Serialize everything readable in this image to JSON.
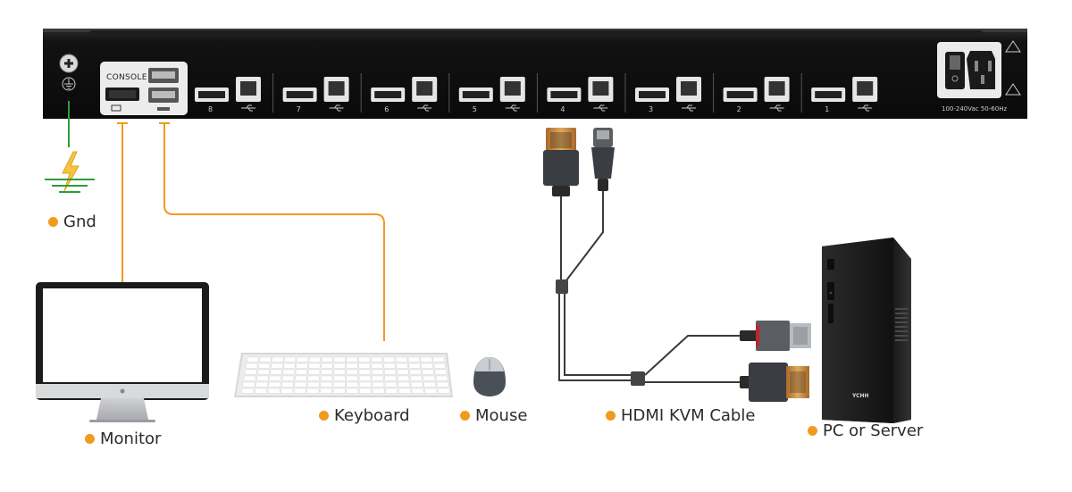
{
  "labels": {
    "gnd": "Gnd",
    "monitor": "Monitor",
    "keyboard": "Keyboard",
    "mouse": "Mouse",
    "hdmi_kvm_cable": "HDMI KVM Cable",
    "pc_or_server": "PC or Server"
  },
  "device": {
    "console_label": "CONSOLE",
    "port_numbers": [
      "8",
      "7",
      "6",
      "5",
      "4",
      "3",
      "2",
      "1"
    ],
    "power_rating": "100-240Vac 50-60Hz"
  },
  "pc": {
    "brand": "YCHH"
  },
  "colors": {
    "accent_orange": "#f29a1e",
    "ground_green": "#2e9e3a",
    "panel_black": "#111111",
    "cable_gold": "#c8893a"
  }
}
